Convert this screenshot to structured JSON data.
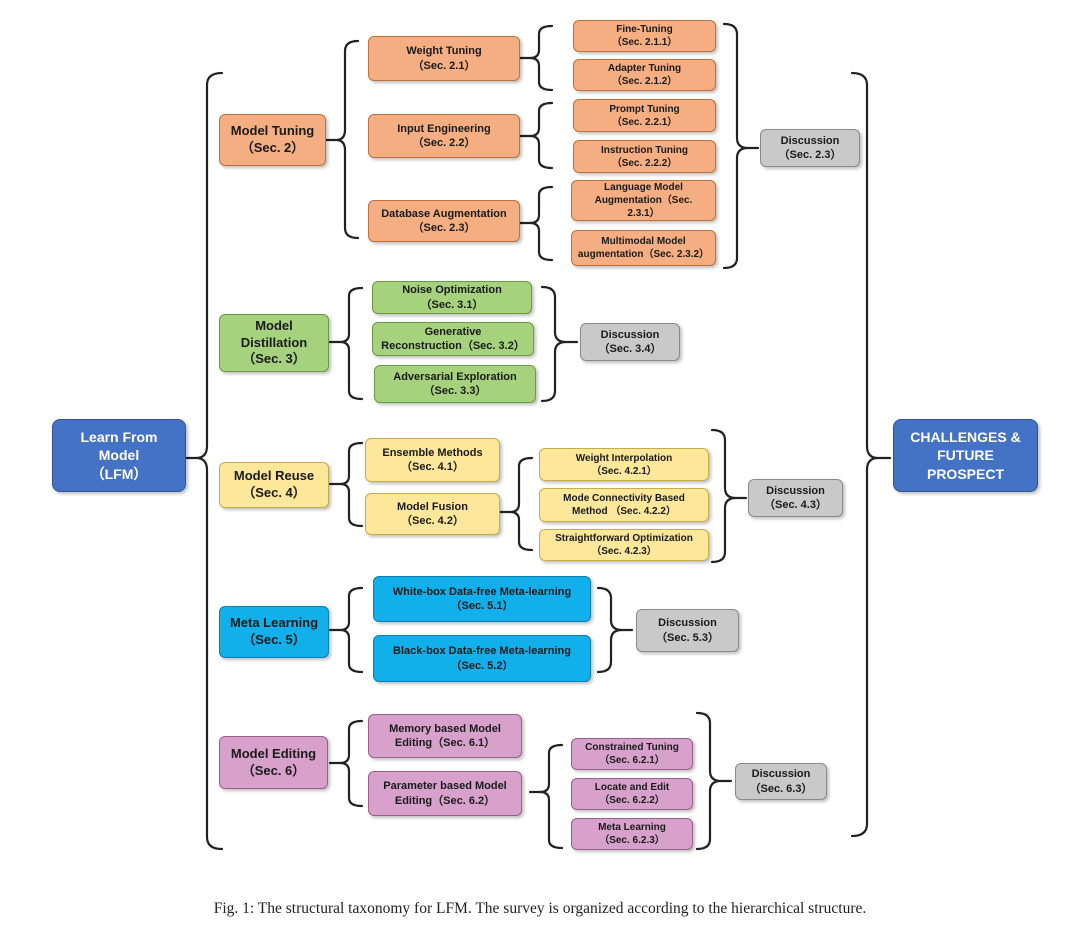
{
  "root": {
    "line1": "Learn From",
    "line2": "Model",
    "line3": "（LFM）"
  },
  "outcome": {
    "line1": "CHALLENGES &",
    "line2": "FUTURE",
    "line3": "PROSPECT"
  },
  "branches": {
    "tuning": {
      "title": "Model Tuning",
      "sec": "（Sec. 2）",
      "weight": {
        "title": "Weight Tuning",
        "sec": "（Sec. 2.1）"
      },
      "finetune": {
        "title": "Fine-Tuning",
        "sec": "（Sec. 2.1.1）"
      },
      "adapter": {
        "title": "Adapter Tuning",
        "sec": "（Sec. 2.1.2）"
      },
      "input": {
        "title": "Input Engineering",
        "sec": "（Sec. 2.2）"
      },
      "prompt": {
        "title": "Prompt Tuning",
        "sec": "（Sec. 2.2.1）"
      },
      "instruct": {
        "title": "Instruction Tuning",
        "sec": "（Sec. 2.2.2）"
      },
      "database": {
        "title": "Database Augmentation",
        "sec": "（Sec. 2.3）"
      },
      "langaug": {
        "line1": "Language Model",
        "line2": "Augmentation（Sec.",
        "line3": "2.3.1）"
      },
      "multiaug": {
        "line1": "Multimodal Model",
        "line2": "augmentation（Sec. 2.3.2）"
      },
      "discussion": {
        "title": "Discussion",
        "sec": "（Sec. 2.3）"
      }
    },
    "distill": {
      "line1": "Model",
      "line2": "Distillation",
      "sec": "（Sec. 3）",
      "noise": {
        "title": "Noise Optimization",
        "sec": "（Sec. 3.1）"
      },
      "generative": {
        "line1": "Generative",
        "line2": "Reconstruction（Sec. 3.2）"
      },
      "adversarial": {
        "title": "Adversarial  Exploration",
        "sec": "（Sec. 3.3）"
      },
      "discussion": {
        "title": "Discussion",
        "sec": "（Sec. 3.4）"
      }
    },
    "reuse": {
      "title": "Model Reuse",
      "sec": "（Sec. 4）",
      "ensemble": {
        "title": "Ensemble Methods",
        "sec": "（Sec. 4.1）"
      },
      "fusion": {
        "title": "Model Fusion",
        "sec": "（Sec. 4.2）"
      },
      "interp": {
        "title": "Weight Interpolation",
        "sec": "（Sec. 4.2.1）"
      },
      "mode": {
        "line1": "Mode Connectivity Based",
        "line2": "Method （Sec. 4.2.2）"
      },
      "straight": {
        "title": "Straightforward Optimization",
        "sec": "（Sec. 4.2.3）"
      },
      "discussion": {
        "title": "Discussion",
        "sec": "（Sec. 4.3）"
      }
    },
    "meta": {
      "title": "Meta Learning",
      "sec": "（Sec. 5）",
      "white": {
        "title": "White-box Data-free Meta-learning",
        "sec": "（Sec. 5.1）"
      },
      "black": {
        "title": "Black-box Data-free Meta-learning",
        "sec": "（Sec. 5.2）"
      },
      "discussion": {
        "title": "Discussion",
        "sec": "（Sec. 5.3）"
      }
    },
    "editing": {
      "title": "Model Editing",
      "sec": "（Sec. 6）",
      "memory": {
        "line1": "Memory based Model",
        "line2": "Editing（Sec. 6.1）"
      },
      "param": {
        "line1": "Parameter based Model",
        "line2": "Editing（Sec. 6.2）"
      },
      "constrained": {
        "title": "Constrained Tuning",
        "sec": "（Sec. 6.2.1）"
      },
      "locate": {
        "title": "Locate and Edit",
        "sec": "（Sec. 6.2.2）"
      },
      "metalearn": {
        "title": "Meta Learning",
        "sec": "（Sec. 6.2.3）"
      },
      "discussion": {
        "title": "Discussion",
        "sec": "（Sec. 6.3）"
      }
    }
  },
  "caption": "Fig. 1: The structural taxonomy for LFM. The survey is organized according to the hierarchical structure."
}
